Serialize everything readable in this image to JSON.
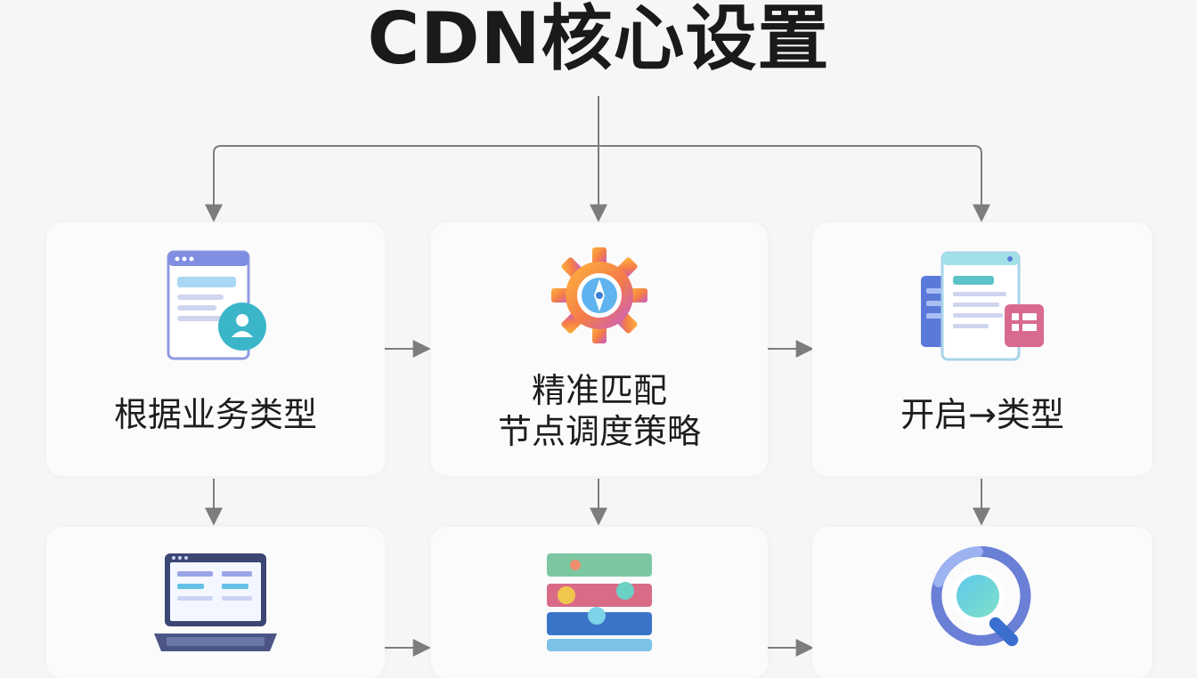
{
  "title": "CDN核心设置",
  "cards": [
    {
      "label_lines": [
        "根据业务类型"
      ],
      "icon": "webpage-user-icon"
    },
    {
      "label_lines": [
        "精准匹配",
        "节点调度策略"
      ],
      "icon": "gear-compass-icon"
    },
    {
      "label_lines": [
        "开启→类型"
      ],
      "icon": "documents-icon"
    },
    {
      "label_lines": [],
      "icon": "laptop-icon"
    },
    {
      "label_lines": [],
      "icon": "sliders-icon"
    },
    {
      "label_lines": [],
      "icon": "search-analytics-icon"
    }
  ],
  "colors": {
    "arrow": "#7d7d7d",
    "card": "#fbfbfb",
    "background": "#f6f6f6"
  }
}
